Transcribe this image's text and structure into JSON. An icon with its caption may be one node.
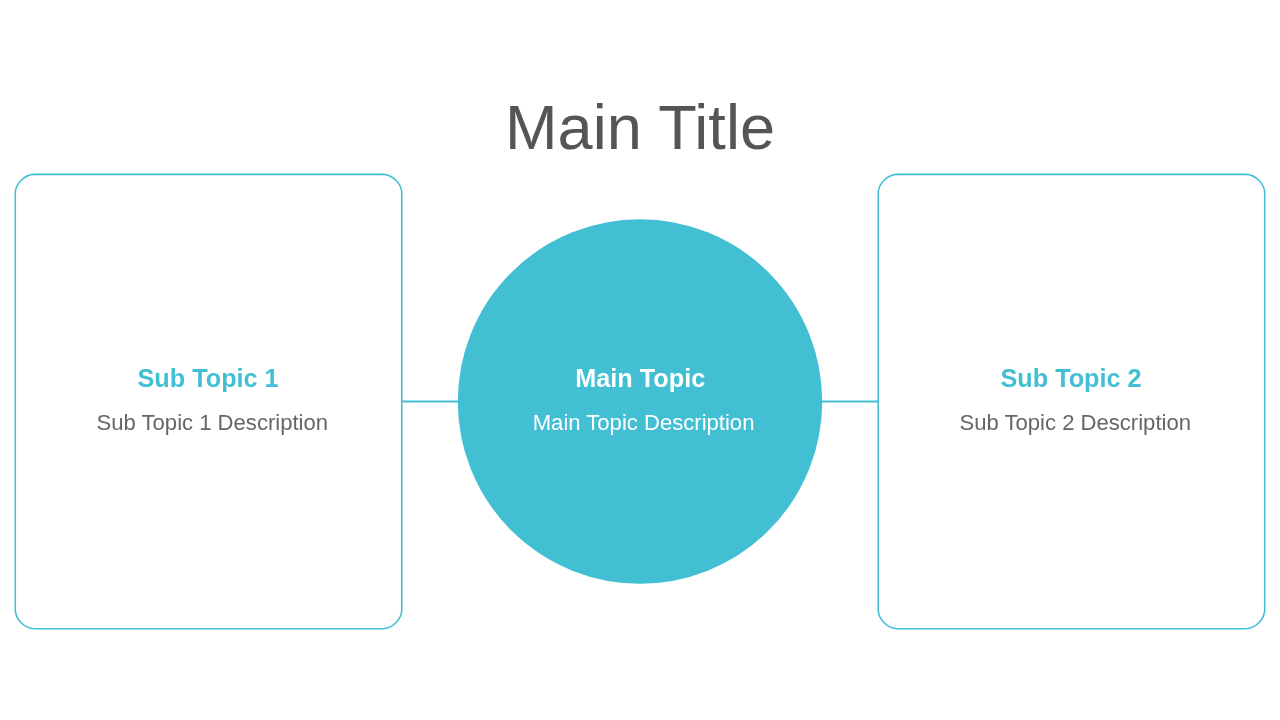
{
  "diagram": {
    "title": "Main Title",
    "nodes": [
      {
        "text": [
          "Sub Topic 1",
          "Sub Topic 1 Description"
        ]
      },
      {
        "text": [
          "Main Topic",
          "Main Topic Description"
        ]
      },
      {
        "text": [
          "Sub Topic 2",
          "Sub Topic 2 Description"
        ]
      }
    ],
    "edges": [
      {
        "from": 0,
        "to": 1,
        "arrow": "none"
      },
      {
        "from": 1,
        "to": 2,
        "arrow": "none"
      }
    ]
  }
}
